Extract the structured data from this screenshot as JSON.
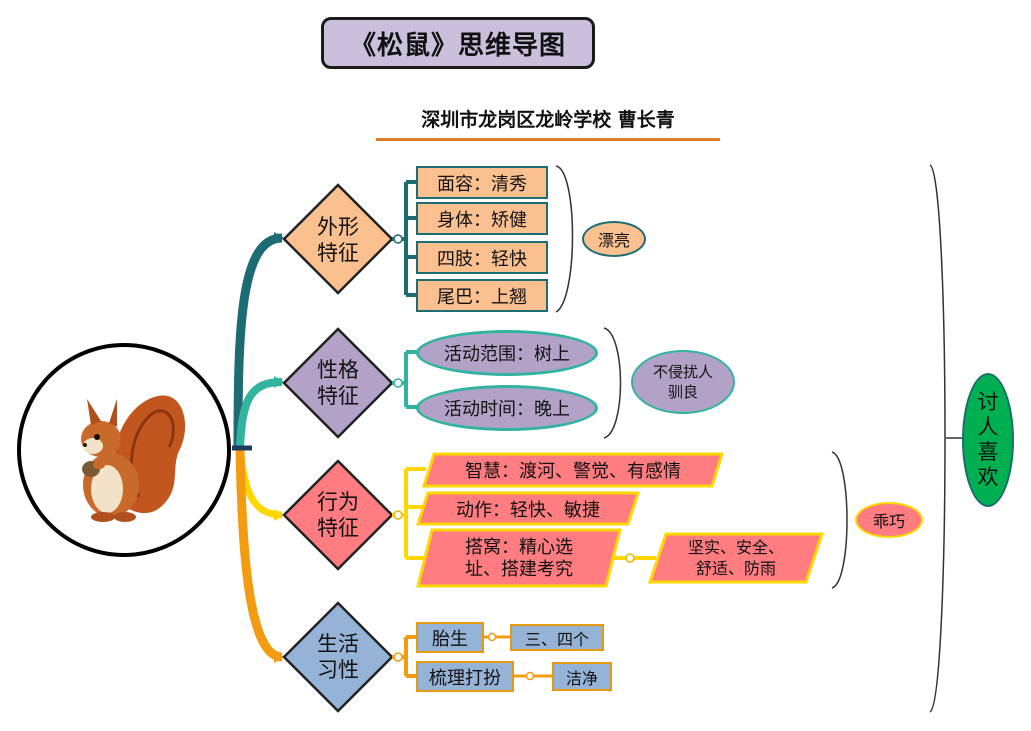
{
  "title": "《松鼠》思维导图",
  "subtitle": "深圳市龙岗区龙岭学校  曹长青",
  "center": {
    "icon": "squirrel-icon"
  },
  "branches": {
    "appearance": {
      "label_line1": "外形",
      "label_line2": "特征",
      "items": [
        "面容：清秀",
        "身体：矫健",
        "四肢：轻快",
        "尾巴：上翘"
      ],
      "summary": "漂亮"
    },
    "personality": {
      "label_line1": "性格",
      "label_line2": "特征",
      "items": [
        "活动范围：树上",
        "活动时间：晚上"
      ],
      "summary_line1": "不侵扰人",
      "summary_line2": "驯良"
    },
    "behavior": {
      "label_line1": "行为",
      "label_line2": "特征",
      "items": [
        "智慧：渡河、警觉、有感情",
        "动作：轻快、敏捷"
      ],
      "nest_line1": "搭窝：精心选",
      "nest_line2": "址、搭建考究",
      "nest_detail_line1": "坚实、安全、",
      "nest_detail_line2": "舒适、防雨",
      "summary": "乖巧"
    },
    "habits": {
      "label_line1": "生活",
      "label_line2": "习性",
      "items": [
        {
          "label": "胎生",
          "detail": "三、四个"
        },
        {
          "label": "梳理打扮",
          "detail": "洁净"
        }
      ]
    }
  },
  "conclusion": [
    "讨",
    "人",
    "喜",
    "欢"
  ],
  "colors": {
    "title_bg": "#cbc0dc",
    "orange": "#fac08f",
    "purple": "#b3a2c7",
    "red": "#ff7c80",
    "blue": "#95b3d7",
    "green": "#00b050",
    "teal_dark": "#1d6b73",
    "teal_light": "#31b3a0",
    "yellow": "#ffd700",
    "amber": "#f39c12"
  }
}
